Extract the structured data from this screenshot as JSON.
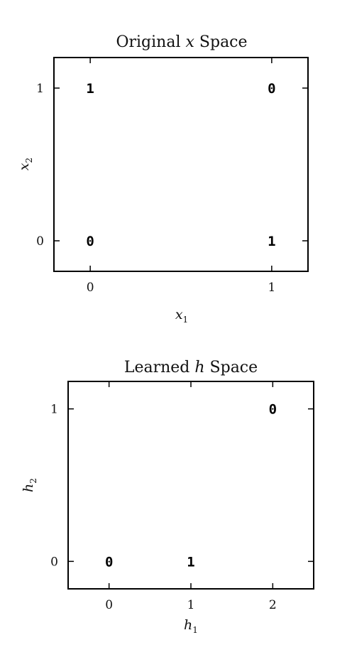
{
  "chart_data": [
    {
      "type": "scatter",
      "title_prefix": "Original ",
      "title_var": "x",
      "title_suffix": " Space",
      "xlabel_var": "x",
      "xlabel_sub": "1",
      "ylabel_var": "x",
      "ylabel_sub": "2",
      "xlim": [
        -0.2,
        1.2
      ],
      "ylim": [
        -0.2,
        1.2
      ],
      "xticks": [
        0,
        1
      ],
      "yticks": [
        0,
        1
      ],
      "grid": false,
      "points": [
        {
          "x": 0,
          "y": 1,
          "label": "1"
        },
        {
          "x": 1,
          "y": 1,
          "label": "0"
        },
        {
          "x": 0,
          "y": 0,
          "label": "0"
        },
        {
          "x": 1,
          "y": 0,
          "label": "1"
        }
      ]
    },
    {
      "type": "scatter",
      "title_prefix": "Learned ",
      "title_var": "h",
      "title_suffix": " Space",
      "xlabel_var": "h",
      "xlabel_sub": "1",
      "ylabel_var": "h",
      "ylabel_sub": "2",
      "xlim": [
        -0.5,
        2.5
      ],
      "ylim": [
        -0.18,
        1.18
      ],
      "xticks": [
        0,
        1,
        2
      ],
      "yticks": [
        0,
        1
      ],
      "grid": false,
      "points": [
        {
          "x": 2,
          "y": 1,
          "label": "0"
        },
        {
          "x": 0,
          "y": 0,
          "label": "0"
        },
        {
          "x": 1,
          "y": 0,
          "label": "1"
        }
      ]
    }
  ]
}
